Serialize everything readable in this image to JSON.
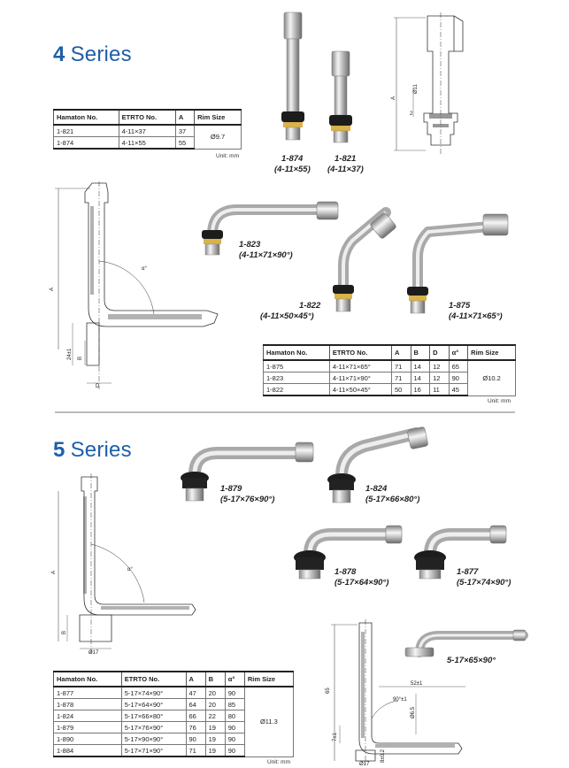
{
  "section4": {
    "number": "4",
    "title": "Series",
    "table1": {
      "headers": [
        "Hamaton No.",
        "ETRTO No.",
        "A",
        "Rim Size"
      ],
      "rows": [
        [
          "1-821",
          "4-11×37",
          "37"
        ],
        [
          "1-874",
          "4-11×55",
          "55"
        ]
      ],
      "rim": "Ø9.7",
      "unit": "Unit: mm"
    },
    "captions": [
      {
        "code": "1-874",
        "etrto": "(4-11×55)"
      },
      {
        "code": "1-821",
        "etrto": "(4-11×37)"
      },
      {
        "code": "1-823",
        "etrto": "(4-11×71×90°)"
      },
      {
        "code": "1-822",
        "etrto": "(4-11×50×45°)"
      },
      {
        "code": "1-875",
        "etrto": "(4-11×71×65°)"
      }
    ],
    "table2": {
      "headers": [
        "Hamaton No.",
        "ETRTO No.",
        "A",
        "B",
        "D",
        "α°",
        "Rim Size"
      ],
      "rows": [
        [
          "1-875",
          "4-11×71×65°",
          "71",
          "14",
          "12",
          "65"
        ],
        [
          "1-823",
          "4-11×71×90°",
          "71",
          "14",
          "12",
          "90"
        ],
        [
          "1-822",
          "4-11×50×45°",
          "50",
          "16",
          "11",
          "45"
        ]
      ],
      "rim": "Ø10.2",
      "unit": "Unit: mm"
    },
    "drawing_labels": {
      "a": "A",
      "d11": "Ø11",
      "two": "2",
      "a43": "A",
      "alpha": "α°",
      "b": "B",
      "h24": "24±1",
      "d": "D"
    }
  },
  "section5": {
    "number": "5",
    "title": "Series",
    "captions": [
      {
        "code": "1-879",
        "etrto": "(5-17×76×90°)"
      },
      {
        "code": "1-824",
        "etrto": "(5-17×66×80°)"
      },
      {
        "code": "1-878",
        "etrto": "(5-17×64×90°)"
      },
      {
        "code": "1-877",
        "etrto": "(5-17×74×90°)"
      },
      {
        "code": "",
        "etrto": "5-17×65×90°"
      }
    ],
    "table": {
      "headers": [
        "Hamaton No.",
        "ETRTO No.",
        "A",
        "B",
        "α°",
        "Rim Size"
      ],
      "rows": [
        [
          "1-877",
          "5-17×74×90°",
          "47",
          "20",
          "90"
        ],
        [
          "1-878",
          "5-17×64×90°",
          "64",
          "20",
          "85"
        ],
        [
          "1-824",
          "5-17×66×80°",
          "66",
          "22",
          "80"
        ],
        [
          "1-879",
          "5-17×76×90°",
          "76",
          "19",
          "90"
        ],
        [
          "1-890",
          "5-17×90×90°",
          "90",
          "19",
          "90"
        ],
        [
          "1-884",
          "5-17×71×90°",
          "71",
          "19",
          "90"
        ]
      ],
      "rim": "Ø11.3",
      "unit": "Unit: mm"
    },
    "drawing_labels": {
      "a": "A",
      "alpha": "α°",
      "b": "B",
      "d17": "Ø17",
      "h65": "65",
      "len52": "52±1",
      "ang90": "90°±1",
      "d65": "Ø6.5",
      "h7": "7±1",
      "d80": "8±0.2",
      "d17b": "Ø17"
    }
  }
}
